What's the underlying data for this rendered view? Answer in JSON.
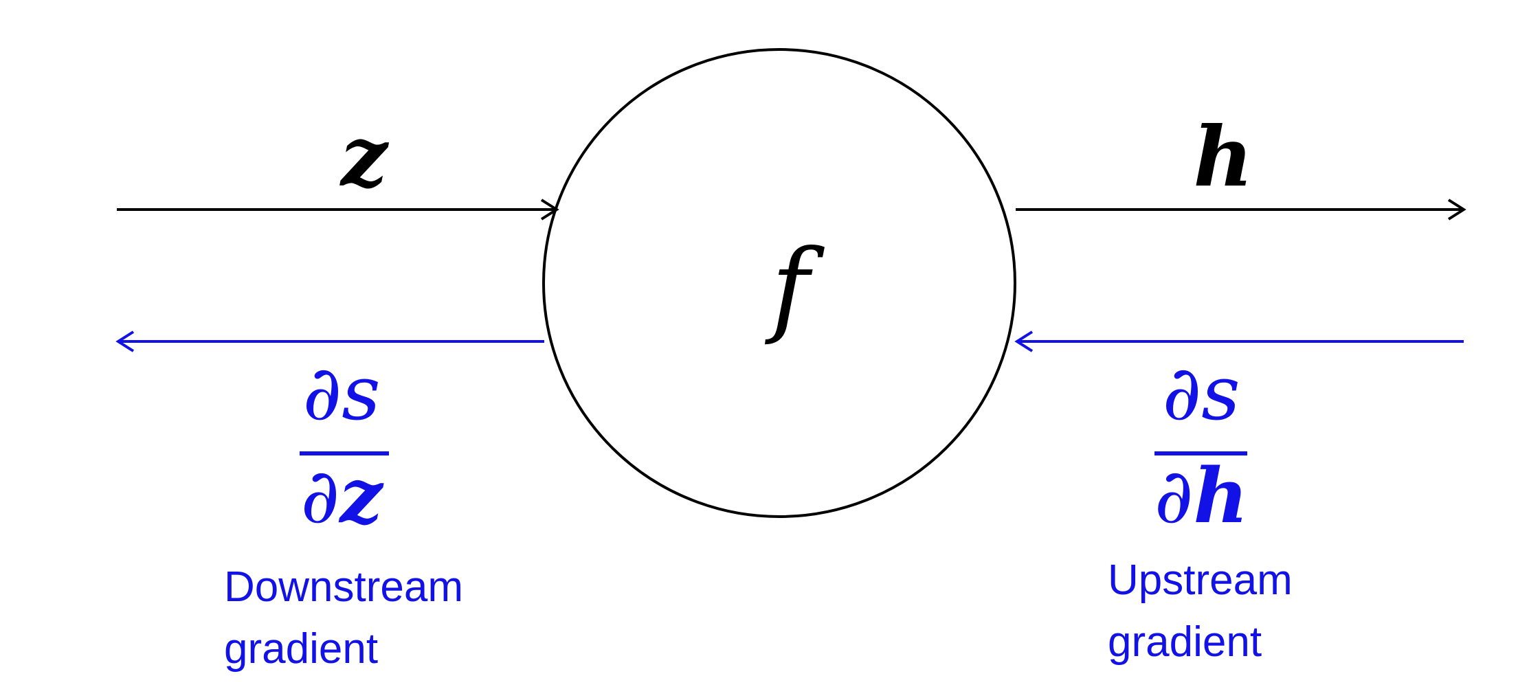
{
  "colors": {
    "forward": "#000000",
    "backward": "#1212E6",
    "background": "#FFFFFF"
  },
  "node": {
    "label": "f"
  },
  "input": {
    "label": "z"
  },
  "output": {
    "label": "h"
  },
  "downstream": {
    "numerator": "∂s",
    "denominator_partial": "∂",
    "denominator_var": "z",
    "caption_line1": "Downstream",
    "caption_line2": "gradient"
  },
  "upstream": {
    "numerator": "∂s",
    "denominator_partial": "∂",
    "denominator_var": "h",
    "caption_line1": "Upstream",
    "caption_line2": "gradient"
  }
}
